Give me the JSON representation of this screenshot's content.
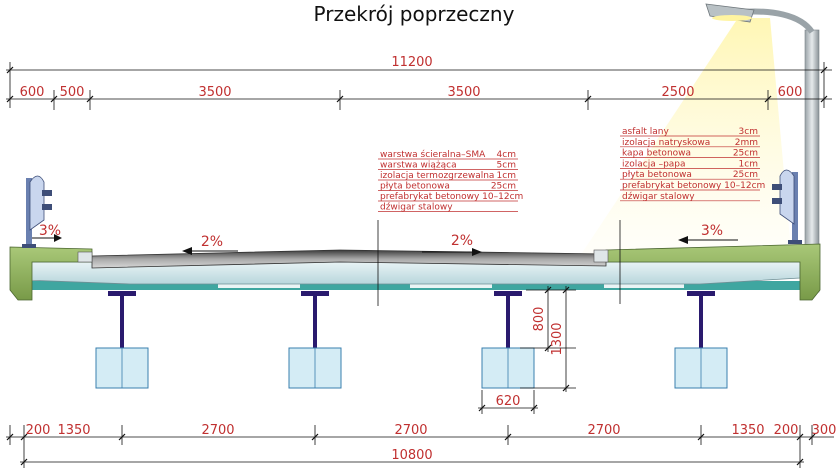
{
  "title": "Przekrój poprzeczny",
  "top_dims": {
    "total": "11200",
    "parts": [
      "600",
      "500",
      "3500",
      "3500",
      "2500",
      "600"
    ]
  },
  "bottom_dims": {
    "total": "10800",
    "parts": [
      "200",
      "1350",
      "2700",
      "2700",
      "2700",
      "1350",
      "200",
      "300"
    ]
  },
  "vertical_dims": [
    "800",
    "1300"
  ],
  "beam_width_dim": "620",
  "slopes": {
    "left_cornice": "3%",
    "left_lane": "2%",
    "right_lane": "2%",
    "right_sidewalk": "3%"
  },
  "layers_road": [
    {
      "name": "warstwa ścieralna–SMA",
      "thickness": "4cm"
    },
    {
      "name": "warstwa wiążąca",
      "thickness": "5cm"
    },
    {
      "name": "izolacja termozgrzewalna",
      "thickness": "1cm"
    },
    {
      "name": "płyta betonowa",
      "thickness": "25cm"
    },
    {
      "name": "prefabrykat betonowy 10–12cm",
      "thickness": ""
    },
    {
      "name": "dźwigar stalowy",
      "thickness": ""
    }
  ],
  "layers_sidewalk": [
    {
      "name": "asfalt lany",
      "thickness": "3cm"
    },
    {
      "name": "izolacja natryskowa",
      "thickness": "2mm"
    },
    {
      "name": "kapa betonowa",
      "thickness": "25cm"
    },
    {
      "name": "izolacja –papa",
      "thickness": "1cm"
    },
    {
      "name": "płyta betonowa",
      "thickness": "25cm"
    },
    {
      "name": "prefabrykat betonowy 10–12cm",
      "thickness": ""
    },
    {
      "name": "dźwigar stalowy",
      "thickness": ""
    }
  ],
  "colors": {
    "dimension": "#c03030",
    "deck": "#cfe5e8",
    "girder": "#2a1a6e",
    "sidewalk": "#8fb25a",
    "asphalt": "#7f7f7f",
    "glow": "#fff6b0"
  }
}
